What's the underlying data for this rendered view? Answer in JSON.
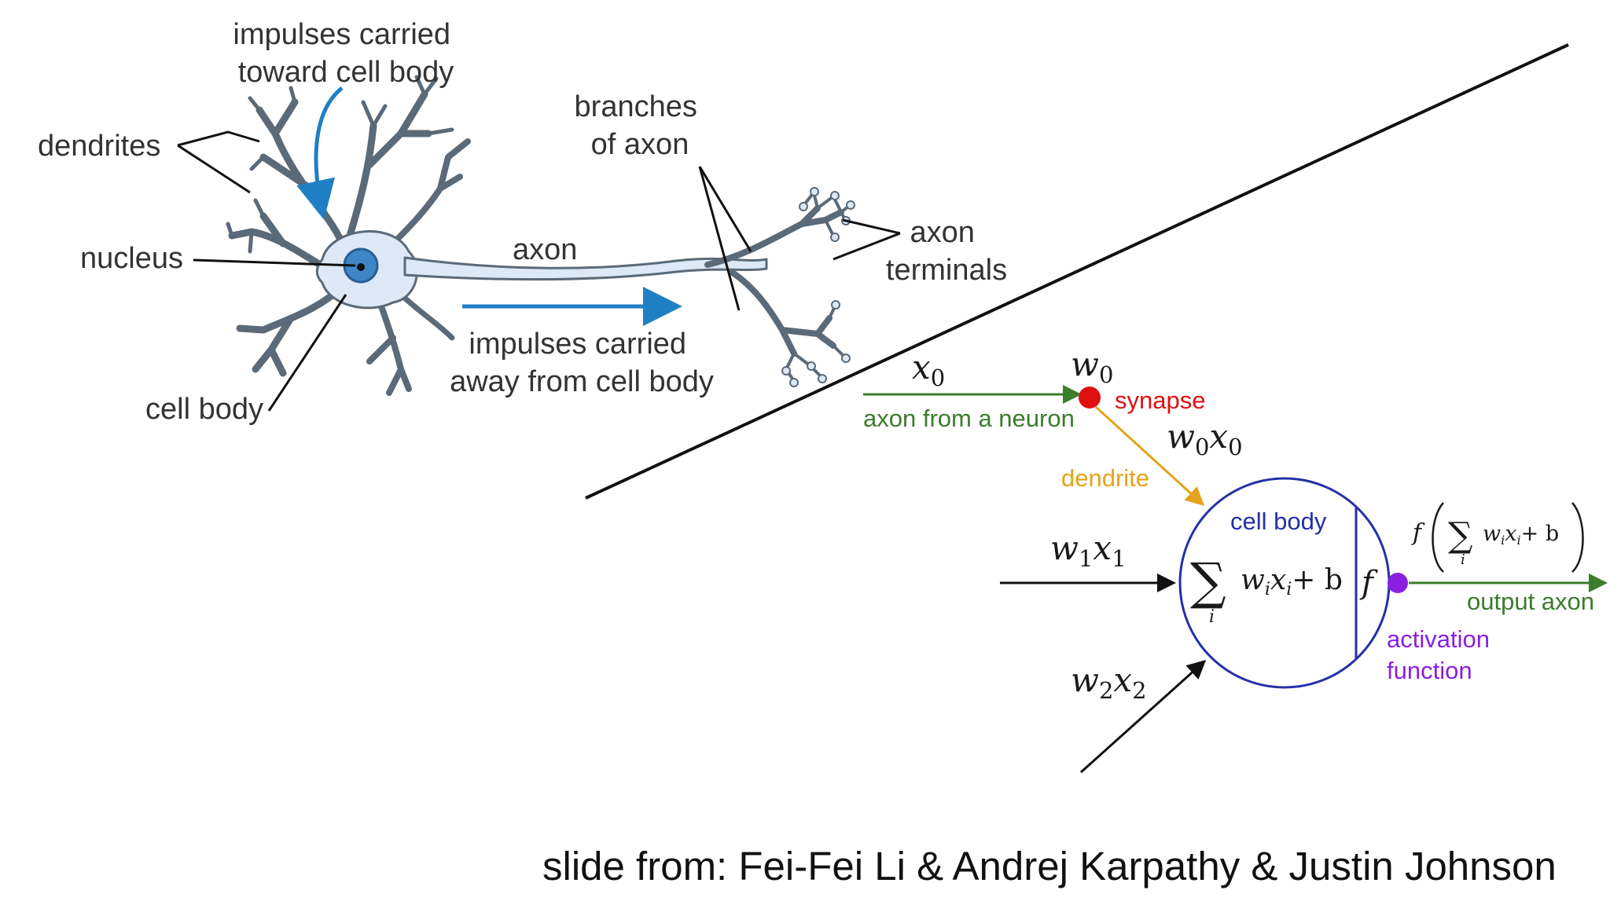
{
  "colors": {
    "neuron_fill": "#dde9f6",
    "neuron_stroke": "#5b6a78",
    "nucleus_fill": "#3f86c6",
    "impulse_arrow": "#1f7fc4",
    "axon_input": "#3b7d2b",
    "synapse": "#e01010",
    "dendrite": "#e6a21c",
    "cell_body": "#2430a8",
    "activation": "#8a1fe0",
    "output_axon": "#3b7d2b"
  },
  "biological": {
    "impulses_in": [
      "impulses carried",
      "toward cell body"
    ],
    "dendrites": "dendrites",
    "nucleus": "nucleus",
    "cell_body": "cell body",
    "axon": "axon",
    "branches": [
      "branches",
      "of axon"
    ],
    "terminals": [
      "axon",
      "terminals"
    ],
    "impulses_out": [
      "impulses carried",
      "away from cell body"
    ]
  },
  "model": {
    "x0": "x",
    "x0_sub": "0",
    "w0": "w",
    "w0_sub": "0",
    "synapse": "synapse",
    "axon_from": "axon from a neuron",
    "w0x0": [
      "w",
      "0",
      "x",
      "0"
    ],
    "dendrite": "dendrite",
    "cell_body": "cell body",
    "w1x1": [
      "w",
      "1",
      "x",
      "1"
    ],
    "w2x2": [
      "w",
      "2",
      "x",
      "2"
    ],
    "sum_symbol": "∑",
    "sum_index": "i",
    "sum_expr_w": "w",
    "sum_expr_wi": "i",
    "sum_expr_x": "x",
    "sum_expr_xi": "i",
    "sum_expr_b": "+ b",
    "f": "f",
    "output_expr": "f",
    "output_axon": "output axon",
    "activation": [
      "activation",
      "function"
    ]
  },
  "credit": "slide from: Fei-Fei Li & Andrej Karpathy & Justin Johnson"
}
